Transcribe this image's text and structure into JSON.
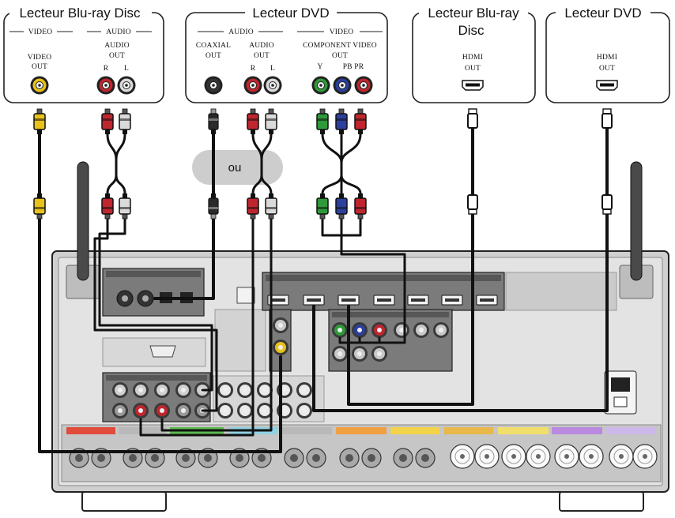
{
  "bluray_player": {
    "title": "Lecteur Blu-ray Disc",
    "video_section": "VIDEO",
    "audio_section": "AUDIO",
    "video_out_line1": "VIDEO",
    "video_out_line2": "OUT",
    "audio_out_line1": "AUDIO",
    "audio_out_line2": "OUT",
    "right_label": "R",
    "left_label": "L"
  },
  "dvd_player": {
    "title": "Lecteur DVD",
    "audio_section": "AUDIO",
    "video_section": "VIDEO",
    "coaxial_out_line1": "COAXIAL",
    "coaxial_out_line2": "OUT",
    "audio_out_line1": "AUDIO",
    "audio_out_line2": "OUT",
    "right_label": "R",
    "left_label": "L",
    "component_out_line1": "COMPONENT VIDEO",
    "component_out_line2": "OUT",
    "y_label": "Y",
    "pb_pr_label": "PB PR"
  },
  "bluray_hdmi_player": {
    "title_line1": "Lecteur Blu-ray",
    "title_line2": "Disc",
    "hdmi_out_line1": "HDMI",
    "hdmi_out_line2": "OUT"
  },
  "dvd_hdmi_player": {
    "title": "Lecteur DVD",
    "hdmi_out_line1": "HDMI",
    "hdmi_out_line2": "OUT"
  },
  "alternative_label": "ou",
  "connector_colors": {
    "composite_video": "#e8c21a",
    "audio_right": "#c0262d",
    "audio_left": "#dadada",
    "coaxial": "#333333",
    "component_y": "#2f9a3a",
    "component_pb": "#2a3f9e",
    "component_pr": "#c0262d"
  }
}
